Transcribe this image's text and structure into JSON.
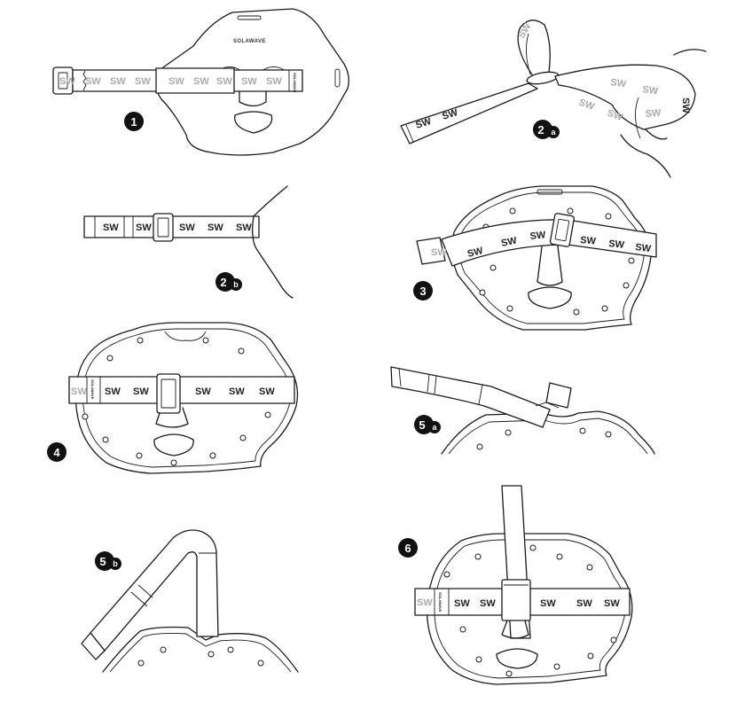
{
  "brand": {
    "wordmark": "SOLAWAVE"
  },
  "strap": {
    "logo": "SW",
    "vertical_label": "SOLAWAVE"
  },
  "steps": [
    {
      "number": "1",
      "sub": ""
    },
    {
      "number": "2",
      "sub": "a"
    },
    {
      "number": "2",
      "sub": "b"
    },
    {
      "number": "3",
      "sub": ""
    },
    {
      "number": "4",
      "sub": ""
    },
    {
      "number": "5",
      "sub": "a"
    },
    {
      "number": "5",
      "sub": "b"
    },
    {
      "number": "6",
      "sub": ""
    }
  ]
}
